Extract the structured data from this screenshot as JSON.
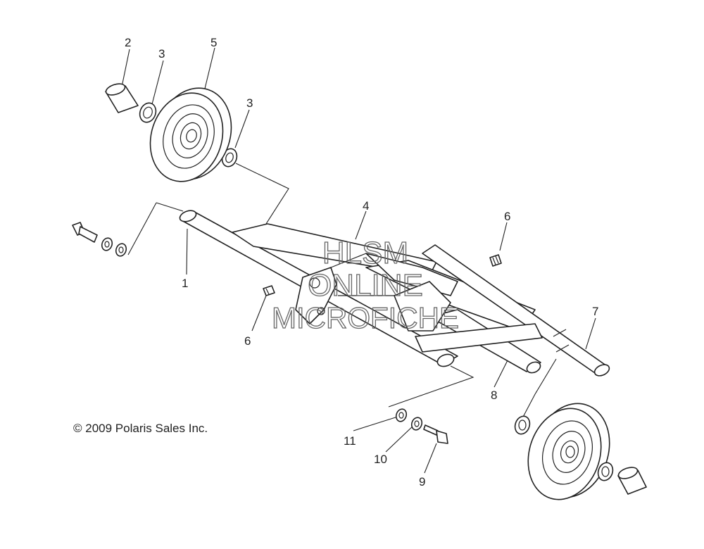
{
  "callouts": [
    "1",
    "2",
    "3",
    "3",
    "4",
    "5",
    "6",
    "6",
    "7",
    "8",
    "9",
    "10",
    "11"
  ],
  "watermark": {
    "line1": "HLSM",
    "line2": "ONLINE",
    "line3": "MICROFICHE"
  },
  "copyright": "© 2009 Polaris Sales Inc."
}
